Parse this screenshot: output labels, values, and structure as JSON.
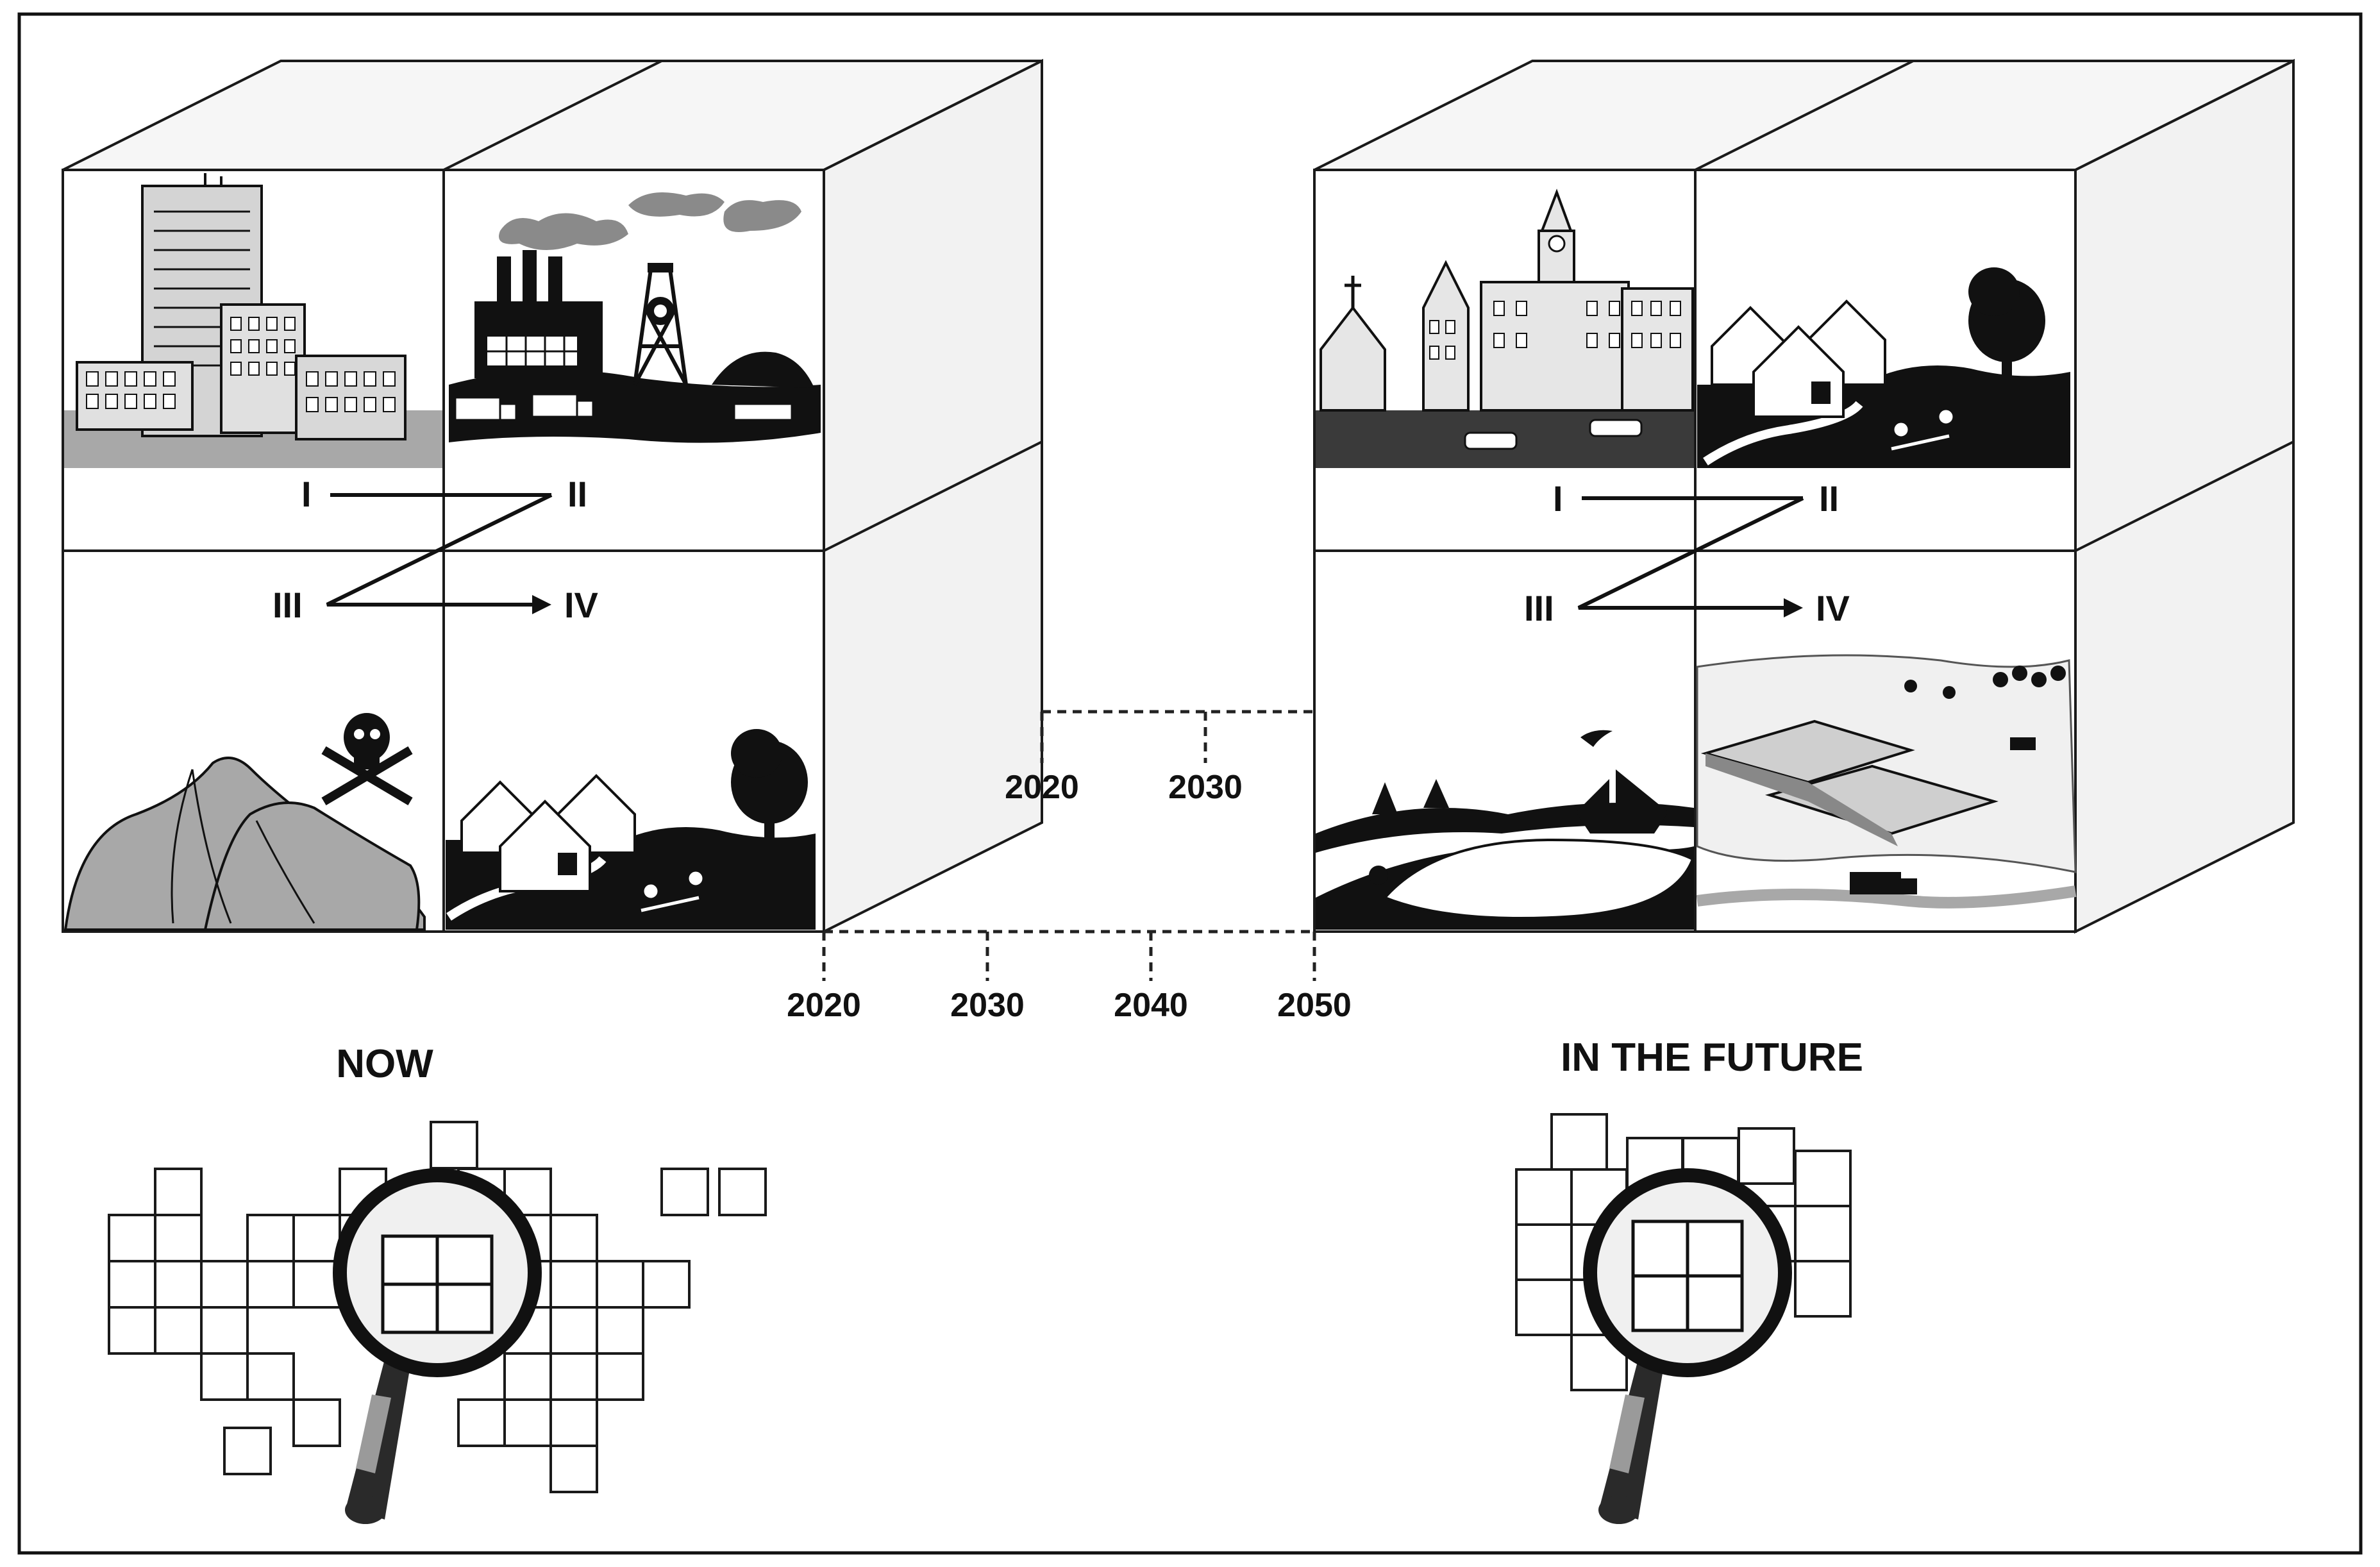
{
  "cube_now": {
    "quadrant_labels": [
      "I",
      "II",
      "III",
      "IV"
    ],
    "scenes": [
      "office-buildings",
      "industrial-factory-mine",
      "toxic-spoil-heaps",
      "housing-and-park"
    ]
  },
  "cube_future": {
    "quadrant_labels": [
      "I",
      "II",
      "III",
      "IV"
    ],
    "scenes": [
      "historic-town-center",
      "housing-and-park",
      "lake-recreation",
      "logistics-park"
    ]
  },
  "timeline": {
    "front_ticks": [
      "2020",
      "2030",
      "2040",
      "2050"
    ],
    "back_ticks": [
      "2020",
      "2030"
    ]
  },
  "maps": {
    "now_label": "NOW",
    "future_label": "IN THE FUTURE"
  },
  "colors": {
    "line": "#1a1a1a",
    "gray_mid": "#a8a8a8",
    "gray_dark": "#3a3a3a",
    "magnifier_handle_accent": "#9a9a9a"
  }
}
